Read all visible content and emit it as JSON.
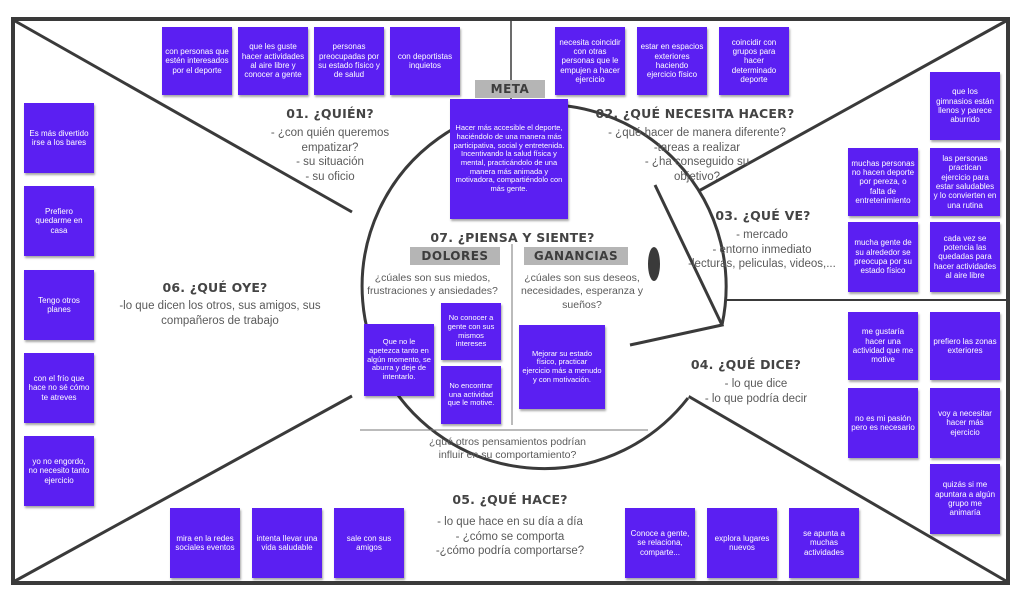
{
  "meta": {
    "label": "META",
    "note": "Hacer más accesible el deporte, haciéndolo de una manera más participativa, social y entretenida. Incentivando la salud física y mental, practicándolo de una manera más animada y motivadora, compartiéndolo con más gente."
  },
  "quien": {
    "title": "01. ¿QUIÉN?",
    "prompts": [
      "- ¿con quién queremos",
      "empatizar?",
      "- su situación",
      "- su oficio"
    ],
    "notes": [
      "con personas que estén interesados por el deporte",
      "que les guste hacer actividades al aire libre y conocer a gente",
      "personas preocupadas por su estado físico y de salud",
      "con deportistas inquietos"
    ]
  },
  "necesita": {
    "title": "02. ¿QUÉ NECESITA HACER?",
    "prompts": [
      "- ¿qué hacer de manera diferente?",
      "-tareas a realizar",
      "- ¿ha conseguido su",
      "objetivo?"
    ],
    "notes": [
      "necesita coincidir con otras personas que le empujen a hacer ejercicio",
      "estar en espacios exteriores haciendo ejercicio físico",
      "coincidir con grupos para hacer determinado deporte"
    ]
  },
  "ve": {
    "title": "03. ¿QUÉ VE?",
    "prompts": [
      "- mercado",
      "- entorno inmediato",
      "-lecturas, peliculas, videos,..."
    ],
    "notes": [
      "que los gimnasios están llenos y parece aburrido",
      "muchas personas no hacen deporte por pereza, o falta de entretenimiento",
      "las personas practican ejercicio para estar saludables y lo convierten en una rutina",
      "mucha gente de su alrededor se preocupa por su estado físico",
      "cada vez se potencia las quedadas para hacer actividades al aire libre"
    ]
  },
  "dice": {
    "title": "04. ¿QUÉ DICE?",
    "prompts": [
      "- lo que dice",
      "- lo que podría decir"
    ],
    "notes": [
      "me gustaría hacer una actividad que me motive",
      "prefiero las zonas exteriores",
      "no es mi pasión pero es necesario",
      "voy a necesitar hacer más ejercicio",
      "quizás si me apuntara a algún grupo me animaría"
    ]
  },
  "hace": {
    "title": "05. ¿QUÉ HACE?",
    "prompts": [
      "- lo que hace en su día a día",
      "- ¿cómo se comporta",
      "-¿cómo podría comportarse?"
    ],
    "notes": [
      "mira en la redes sociales eventos",
      "intenta llevar una vida saludable",
      "sale con sus amigos",
      "Conoce a gente, se relaciona, comparte...",
      "explora lugares nuevos",
      "se apunta a muchas actividades"
    ]
  },
  "oye": {
    "title": "06. ¿QUÉ OYE?",
    "prompts": [
      "-lo que dicen los otros, sus amigos, sus",
      "compañeros de trabajo"
    ],
    "notes": [
      "Es más divertido irse a los bares",
      "Prefiero quedarme en casa",
      "Tengo otros planes",
      "con el frío que hace no sé cómo te atreves",
      "yo no engordo, no necesito tanto ejercicio"
    ]
  },
  "piensa": {
    "title": "07. ¿PIENSA Y SIENTE?",
    "dolores": {
      "label": "DOLORES",
      "prompts": [
        "¿cúales son sus miedos,",
        "frustraciones y ansiedades?"
      ],
      "notes": [
        "Que no le apetezca tanto en algún momento, se aburra y deje de intentarlo.",
        "No conocer a gente con sus mismos intereses",
        "No encontrar una actividad que le motive."
      ]
    },
    "ganancias": {
      "label": "GANANCIAS",
      "prompts": [
        "¿cúales son sus deseos,",
        "necesidades, esperanza y",
        "sueños?"
      ],
      "notes": [
        "Mejorar su estado físico, practicar ejercicio más a menudo y con motivación."
      ]
    },
    "otros": [
      "¿qué otros pensamientos podrían",
      "influir en su comportamiento?"
    ]
  },
  "colors": {
    "note": "#5b1ff2",
    "tag": "#b5b5b5",
    "line": "#3a3a3a"
  }
}
